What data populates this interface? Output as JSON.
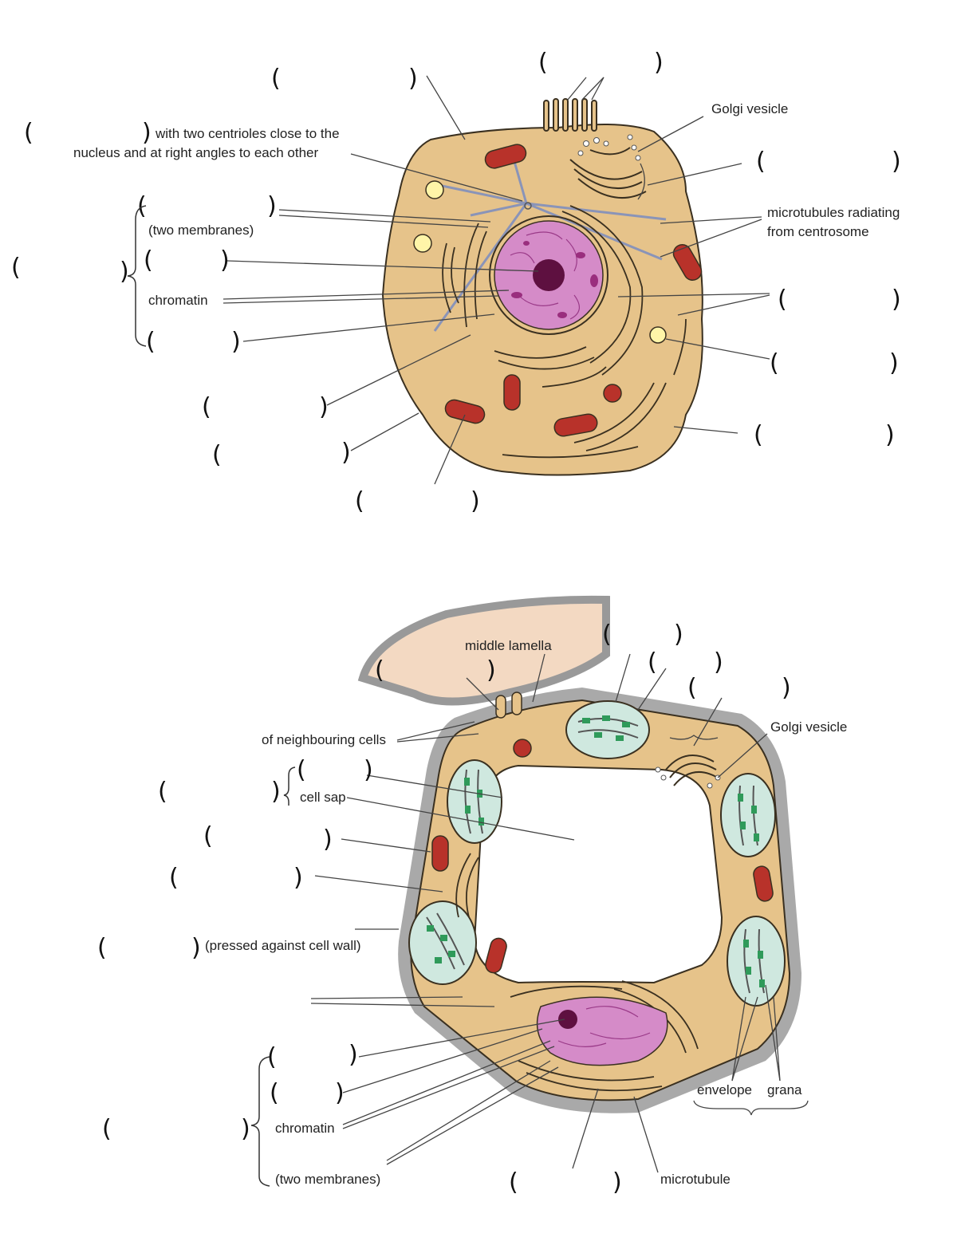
{
  "animal_cell": {
    "labels": {
      "centrosome_note_line1": "with two centrioles close to the",
      "centrosome_note_line2": "nucleus and at right angles to each other",
      "golgi_vesicle": "Golgi vesicle",
      "two_membranes": "(two membranes)",
      "chromatin": "chromatin",
      "microtubules_line1": "microtubules radiating",
      "microtubules_line2": "from centrosome"
    }
  },
  "plant_cell": {
    "labels": {
      "middle_lamella": "middle lamella",
      "neighbouring": "of neighbouring cells",
      "golgi_vesicle": "Golgi vesicle",
      "cell_sap": "cell sap",
      "pressed": "(pressed against cell wall)",
      "chromatin": "chromatin",
      "two_membranes": "(two membranes)",
      "envelope": "envelope",
      "grana": "grana",
      "microtubule": "microtubule"
    }
  },
  "colors": {
    "cytoplasm": "#e6c38a",
    "cell_outline": "#3a3020",
    "nucleus": "#d58bc8",
    "nucleolus": "#5e1040",
    "mitochondrion": "#b8322a",
    "vacuole": "#ffffff",
    "cell_wall": "#a9a9a9",
    "chloroplast": "#cfe8df",
    "grana": "#2f9a5a",
    "microtubule": "#8a94b8",
    "lysosome": "#fff5a8"
  }
}
